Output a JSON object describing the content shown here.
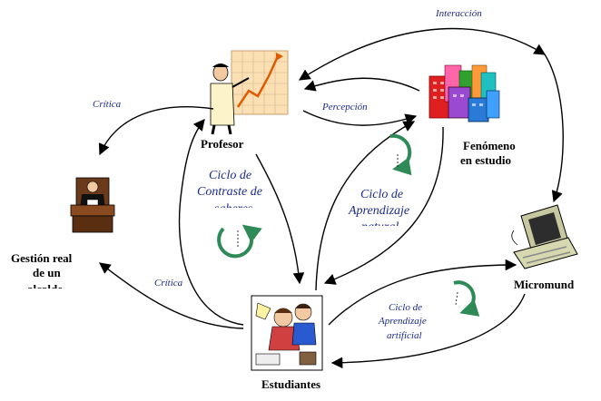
{
  "nodes": {
    "profesor": "Profesor",
    "fenomeno_line1": "Fenómeno",
    "fenomeno_line2": "en estudio",
    "gestion_line1": "Gestión real",
    "gestion_line2": "de un",
    "gestion_line3": "alcalde",
    "micromundo": "Micromund",
    "estudiantes": "Estudiantes"
  },
  "edges": {
    "interaccion": "Interacción",
    "critica_top": "Crítica",
    "percepcion": "Percepción",
    "critica_bottom": "Crítica"
  },
  "cycles": {
    "contraste_line1": "Ciclo de",
    "contraste_line2": "Contraste de",
    "contraste_line3": "saberes",
    "natural_line1": "Ciclo de",
    "natural_line2": "Aprendizaje",
    "natural_line3": "natural",
    "artificial_line1": "Ciclo de",
    "artificial_line2": "Aprendizaje",
    "artificial_line3": "artificial"
  },
  "colors": {
    "edge_text": "#1b2a8a",
    "cycle_arrow": "#2e8b57"
  },
  "icons": [
    "teacher-chart-icon",
    "city-buildings-icon",
    "judge-icon",
    "computer-icon",
    "students-icon"
  ]
}
